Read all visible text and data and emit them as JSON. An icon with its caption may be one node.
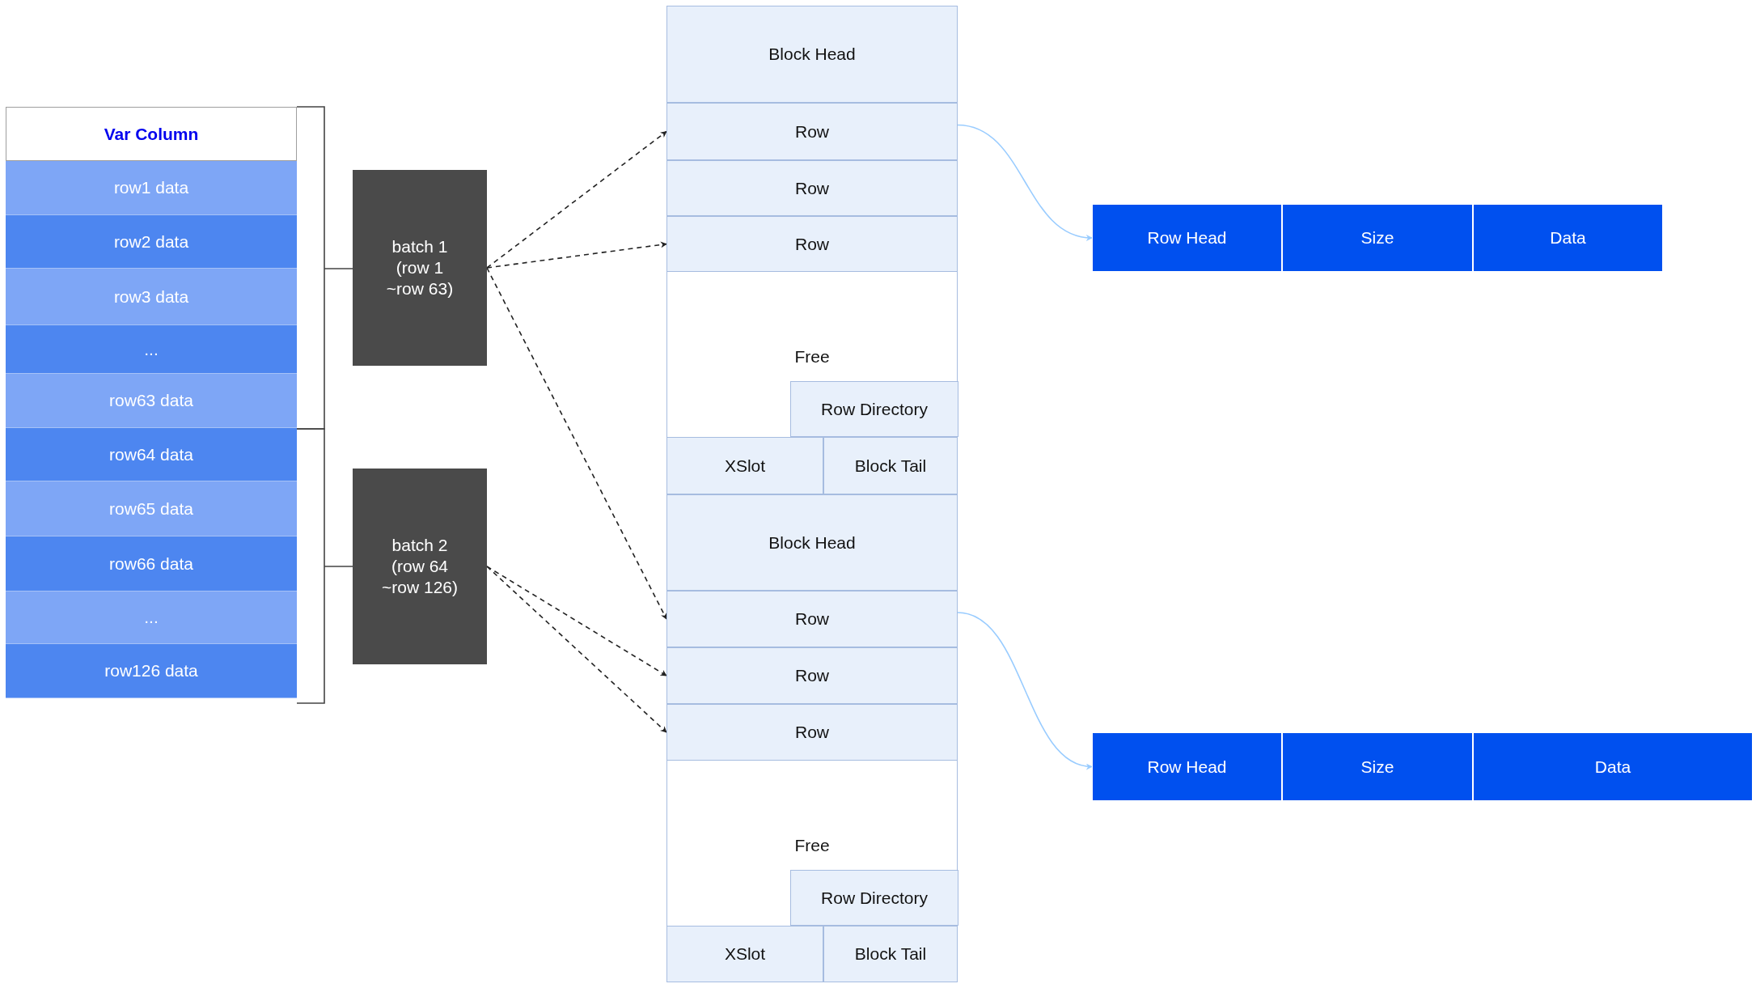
{
  "diagram": {
    "nodes": [
      {
        "text": [
          "Var Column"
        ]
      },
      {
        "text": [
          "row1 data"
        ]
      },
      {
        "text": [
          "row2 data"
        ]
      },
      {
        "text": [
          "row3 data"
        ]
      },
      {
        "text": [
          "..."
        ]
      },
      {
        "text": [
          "row63 data"
        ]
      },
      {
        "text": [
          "row64 data"
        ]
      },
      {
        "text": [
          "row65 data"
        ]
      },
      {
        "text": [
          "row66 data"
        ]
      },
      {
        "text": [
          "..."
        ]
      },
      {
        "text": [
          "row126 data"
        ]
      },
      {
        "text": [
          "batch 1 (row 1 ~row 63)"
        ]
      },
      {
        "text": [
          "batch 2 (row 64 ~row 126)"
        ]
      },
      {
        "text": [
          "Block Head"
        ]
      },
      {
        "text": [
          "Row"
        ]
      },
      {
        "text": [
          "Row"
        ]
      },
      {
        "text": [
          "Row"
        ]
      },
      {
        "text": [
          "Free"
        ]
      },
      {
        "text": [
          "Row Directory"
        ],
        "in": 17
      },
      {
        "text": [
          "XSlot"
        ]
      },
      {
        "text": [
          "Block Tail"
        ]
      },
      {
        "text": [
          "Block Head"
        ]
      },
      {
        "text": [
          "Row"
        ]
      },
      {
        "text": [
          "Row"
        ]
      },
      {
        "text": [
          "Row"
        ]
      },
      {
        "text": [
          "Free"
        ]
      },
      {
        "text": [
          "Row Directory"
        ],
        "in": 25
      },
      {
        "text": [
          "XSlot"
        ]
      },
      {
        "text": [
          "Block Tail"
        ]
      },
      {
        "text": [
          "Row Head"
        ]
      },
      {
        "text": [
          "Size"
        ]
      },
      {
        "text": [
          "Data"
        ]
      },
      {
        "text": [
          "Row Head"
        ]
      },
      {
        "text": [
          "Size"
        ]
      },
      {
        "text": [
          "Data"
        ]
      }
    ],
    "edges": [
      {
        "from": 11,
        "to": 14,
        "arrow": "to",
        "style": "dashed"
      },
      {
        "from": 11,
        "to": 16,
        "arrow": "to",
        "style": "dashed"
      },
      {
        "from": 11,
        "to": 22,
        "arrow": "to",
        "style": "dashed"
      },
      {
        "from": 12,
        "to": 23,
        "arrow": "to",
        "style": "dashed"
      },
      {
        "from": 12,
        "to": 24,
        "arrow": "to",
        "style": "dashed"
      },
      {
        "from": 14,
        "to": 29,
        "arrow": "to",
        "color": "#99ccff"
      },
      {
        "from": 22,
        "to": 32,
        "arrow": "to",
        "color": "#99ccff"
      }
    ]
  }
}
